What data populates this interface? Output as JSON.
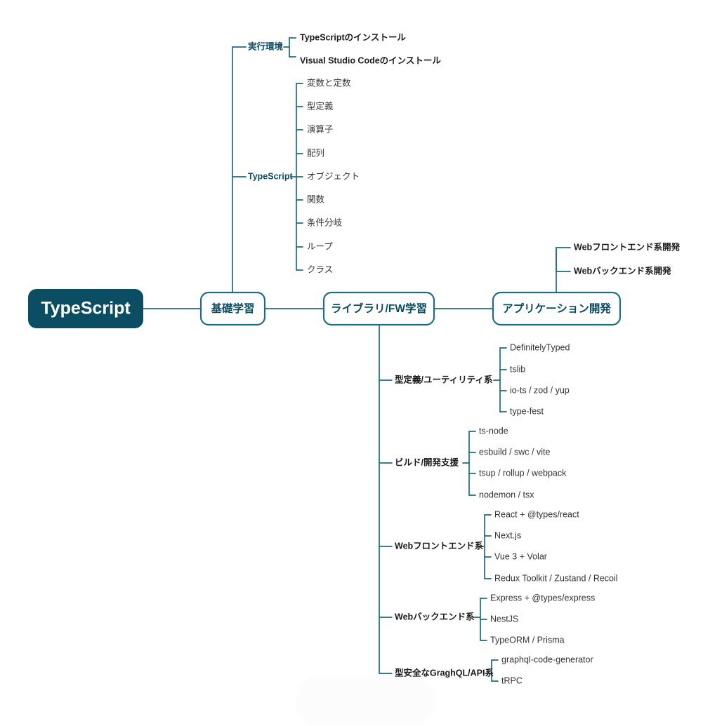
{
  "diagram": {
    "title": "TypeScript",
    "type": "mindmap",
    "colors": {
      "root_fill": "#0b4d63",
      "root_text": "#ffffff",
      "node_border": "#1d6d85",
      "node_text": "#0b4d63",
      "connector": "#226981",
      "leaf_text": "#333333",
      "background": "#ffffff"
    },
    "root": {
      "label": "TypeScript"
    },
    "main_nodes": [
      {
        "id": "kiso",
        "label": "基礎学習"
      },
      {
        "id": "library",
        "label": "ライブラリ/FW学習"
      },
      {
        "id": "app",
        "label": "アプリケーション開発"
      }
    ],
    "branches": {
      "kiso": [
        {
          "label": "実行環境",
          "children": [
            "TypeScriptのインストール",
            "Visual Studio Codeのインストール"
          ]
        },
        {
          "label": "TypeScript",
          "children": [
            "変数と定数",
            "型定義",
            "演算子",
            "配列",
            "オブジェクト",
            "関数",
            "条件分岐",
            "ループ",
            "クラス"
          ]
        }
      ],
      "app": [
        {
          "label": "Webフロントエンド系開発",
          "children": []
        },
        {
          "label": "Webバックエンド系開発",
          "children": []
        }
      ],
      "library": [
        {
          "label": "型定義/ユーティリティ系",
          "children": [
            "DefinitelyTyped",
            "tslib",
            "io-ts / zod / yup",
            "type-fest"
          ]
        },
        {
          "label": "ビルド/開発支援",
          "children": [
            "ts-node",
            "esbuild / swc / vite",
            "tsup / rollup / webpack",
            "nodemon / tsx"
          ]
        },
        {
          "label": "Webフロントエンド系",
          "children": [
            "React + @types/react",
            "Next.js",
            "Vue 3 + Volar",
            "Redux Toolkit / Zustand / Recoil"
          ]
        },
        {
          "label": "Webバックエンド系",
          "children": [
            "Express + @types/express",
            "NestJS",
            "TypeORM / Prisma"
          ]
        },
        {
          "label": "型安全なGraghQL/API系",
          "children": [
            "graphql-code-generator",
            "tRPC"
          ]
        }
      ]
    }
  }
}
